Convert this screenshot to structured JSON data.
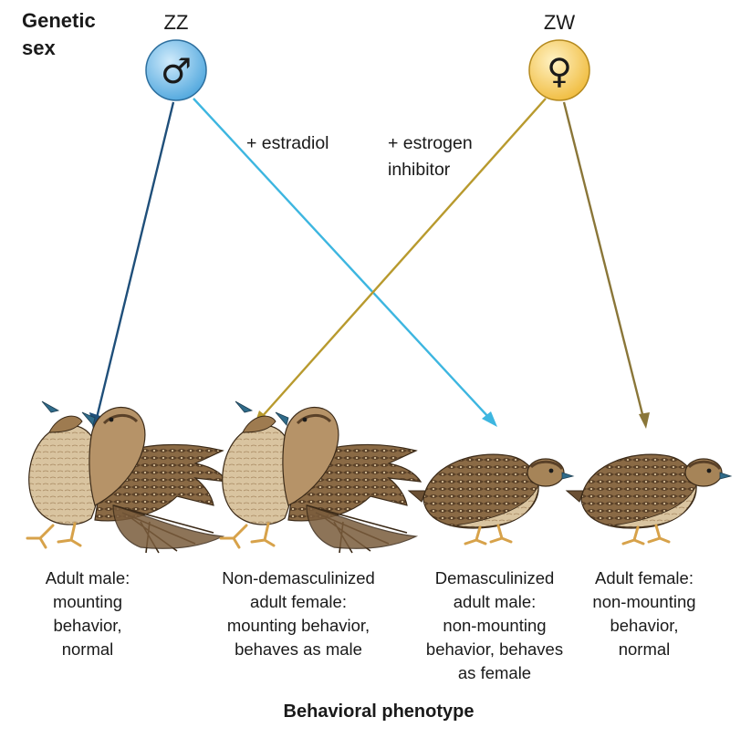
{
  "header": {
    "genetic_sex_line1": "Genetic",
    "genetic_sex_line2": "sex"
  },
  "genotypes": {
    "male": {
      "label": "ZZ",
      "symbol": "♂",
      "color": "#6cb6e8"
    },
    "female": {
      "label": "ZW",
      "symbol": "♀",
      "color": "#f5c85a"
    }
  },
  "treatments": {
    "estradiol": "+ estradiol",
    "estrogen_inhibitor_line1": "+ estrogen",
    "estrogen_inhibitor_line2": "inhibitor"
  },
  "arrow_colors": {
    "male_normal": "#1f4f7a",
    "male_treated": "#3db6e0",
    "female_treated": "#b89a2e",
    "female_normal": "#8a7638"
  },
  "phenotypes": [
    {
      "lines": [
        "Adult male:",
        "mounting",
        "behavior,",
        "normal"
      ]
    },
    {
      "lines": [
        "Non-demasculinized",
        "adult female:",
        "mounting behavior,",
        "behaves as male"
      ]
    },
    {
      "lines": [
        "Demasculinized",
        "adult male:",
        "non-mounting",
        "behavior, behaves",
        "as female"
      ]
    },
    {
      "lines": [
        "Adult female:",
        "non-mounting",
        "behavior,",
        "normal"
      ]
    }
  ],
  "footer": {
    "title": "Behavioral phenotype"
  }
}
